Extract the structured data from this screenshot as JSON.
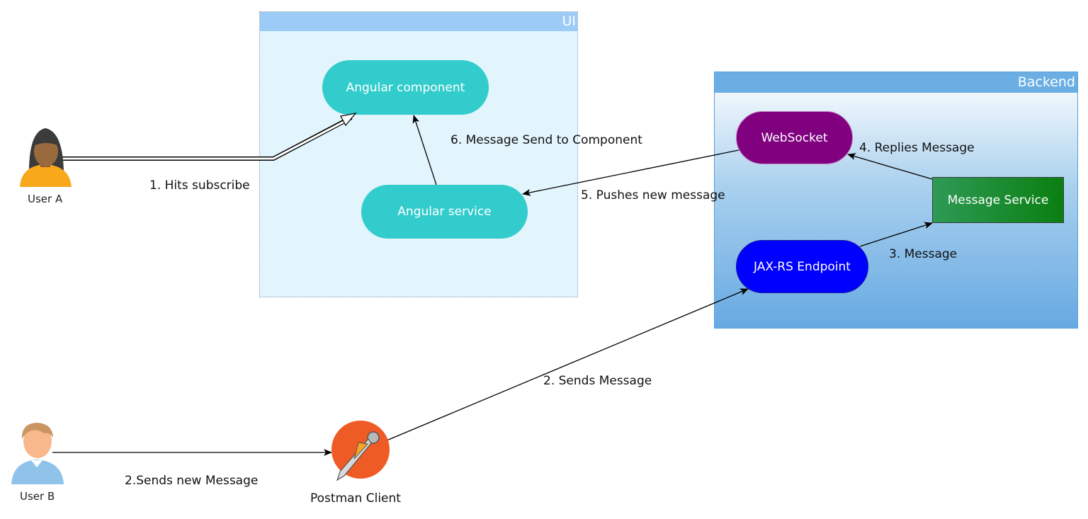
{
  "containers": {
    "ui": "UI",
    "backend": "Backend"
  },
  "nodes": {
    "angular_component": "Angular component",
    "angular_service": "Angular service",
    "websocket": "WebSocket",
    "jax_rs": "JAX-RS Endpoint",
    "message_service": "Message Service"
  },
  "actors": {
    "user_a": "User A",
    "user_b": "User B",
    "postman": "Postman Client"
  },
  "edges": {
    "hits_subscribe": "1. Hits subscribe",
    "sends_new_message": "2.Sends new Message",
    "sends_message": "2. Sends Message",
    "message": "3. Message",
    "replies_message": "4. Replies Message",
    "pushes_new_message": "5. Pushes new message",
    "send_to_component": "6. Message Send to Component"
  },
  "colors": {
    "cyan_node": "#33cccc",
    "websocket": "#800080",
    "jax_rs": "#0000ff",
    "message_service": "#0a7f10",
    "postman_orange": "#ef5b25"
  },
  "icons": {
    "user_a": "female-user-icon",
    "user_b": "male-user-icon",
    "postman": "postman-logo-icon"
  }
}
